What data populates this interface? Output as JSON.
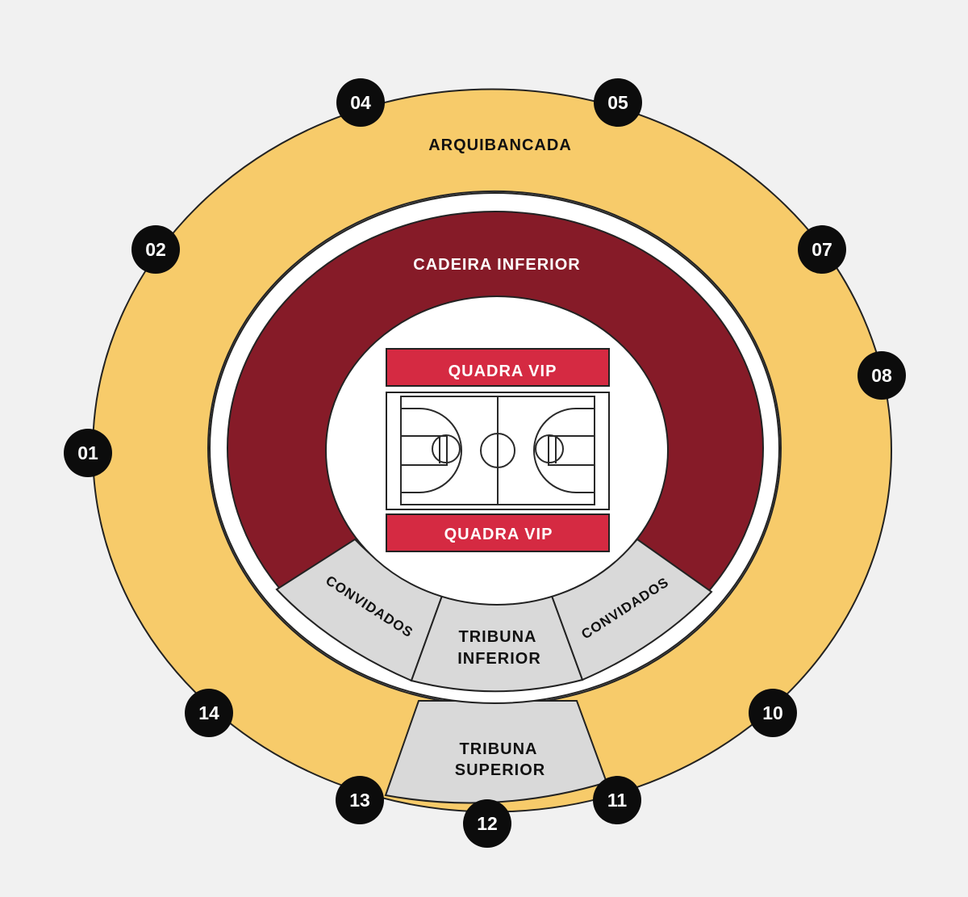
{
  "colors": {
    "background": "#f1f1f1",
    "arquibancada": "#f7cb6a",
    "cadeira_inferior": "#861b28",
    "quadra_vip": "#d52a42",
    "convidados": "#d9d9d9",
    "tribuna": "#d9d9d9",
    "court": "#ffffff",
    "gate_circle": "#0c0c0c",
    "outline": "#222222"
  },
  "sectors": {
    "arquibancada": "ARQUIBANCADA",
    "cadeira_inferior": "CADEIRA INFERIOR",
    "quadra_vip_top": "QUADRA VIP",
    "quadra_vip_bottom": "QUADRA VIP",
    "convidados_left": "CONVIDADOS",
    "convidados_right": "CONVIDADOS",
    "tribuna_inferior_line1": "TRIBUNA",
    "tribuna_inferior_line2": "INFERIOR",
    "tribuna_superior_line1": "TRIBUNA",
    "tribuna_superior_line2": "SUPERIOR"
  },
  "gates": [
    {
      "id": "gate-04",
      "label": "04"
    },
    {
      "id": "gate-05",
      "label": "05"
    },
    {
      "id": "gate-02",
      "label": "02"
    },
    {
      "id": "gate-07",
      "label": "07"
    },
    {
      "id": "gate-08",
      "label": "08"
    },
    {
      "id": "gate-01",
      "label": "01"
    },
    {
      "id": "gate-14",
      "label": "14"
    },
    {
      "id": "gate-10",
      "label": "10"
    },
    {
      "id": "gate-13",
      "label": "13"
    },
    {
      "id": "gate-11",
      "label": "11"
    },
    {
      "id": "gate-12",
      "label": "12"
    }
  ]
}
